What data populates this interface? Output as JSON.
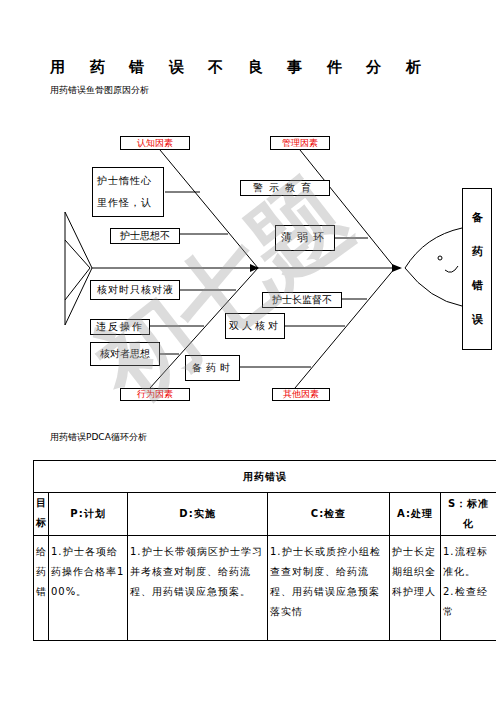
{
  "diagram": {
    "title": "用药错误不良事件分析",
    "nodes": [
      {
        "text": [
          "认知因素"
        ]
      },
      {
        "text": [
          "管理因素"
        ]
      },
      {
        "text": [
          "护士惰性心里作怪，认"
        ]
      },
      {
        "text": [
          "警示教育"
        ]
      },
      {
        "text": [
          "备药错误"
        ]
      },
      {
        "text": [
          "护士思想不"
        ]
      },
      {
        "text": [
          "薄弱环"
        ]
      },
      {
        "text": [
          "核对时只核对液"
        ]
      },
      {
        "text": [
          "护士长监督不"
        ]
      },
      {
        "text": [
          "违反操作"
        ]
      },
      {
        "text": [
          "双人核对"
        ]
      },
      {
        "text": [
          "核对者思想"
        ]
      },
      {
        "text": [
          "备药时"
        ]
      },
      {
        "text": [
          "行为因素"
        ]
      },
      {
        "text": [
          "其他因素"
        ]
      }
    ],
    "labels": [
      "用药错误鱼骨图原因分析",
      "用药错误PDCA循环分析",
      "用药错误",
      "目标",
      "P:计划",
      "D:实施",
      "C:检查",
      "A:处理",
      "S：标准化",
      "给药错",
      "1.护士各项给药操作合格率100%。",
      "1.护士长带领病区护士学习并考核查对制度、给药流程、用药错误应急预案。",
      "1.护士长或质控小组检查查对制度、给药流程、用药错误应急预案落实情",
      "护士长定期组织全科护理人",
      "1.流程标准化。",
      "2.检查经常",
      "初七题"
    ]
  }
}
